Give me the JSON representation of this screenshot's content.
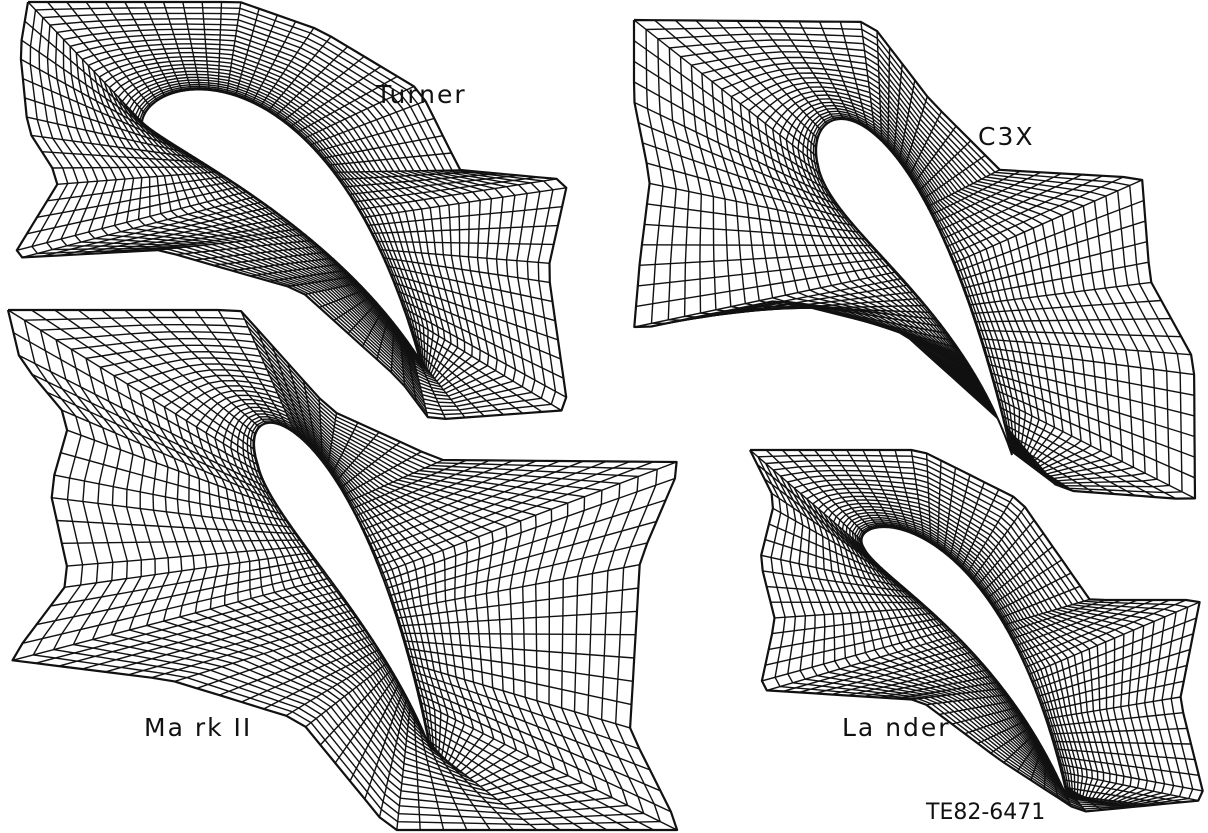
{
  "figure": {
    "panels": [
      {
        "key": "turner",
        "label": "Turner"
      },
      {
        "key": "c3x",
        "label": "C3X"
      },
      {
        "key": "mark2",
        "label": "Ma rk II"
      },
      {
        "key": "lander",
        "label": "La nder"
      }
    ],
    "figure_id": "TE82-6471"
  }
}
